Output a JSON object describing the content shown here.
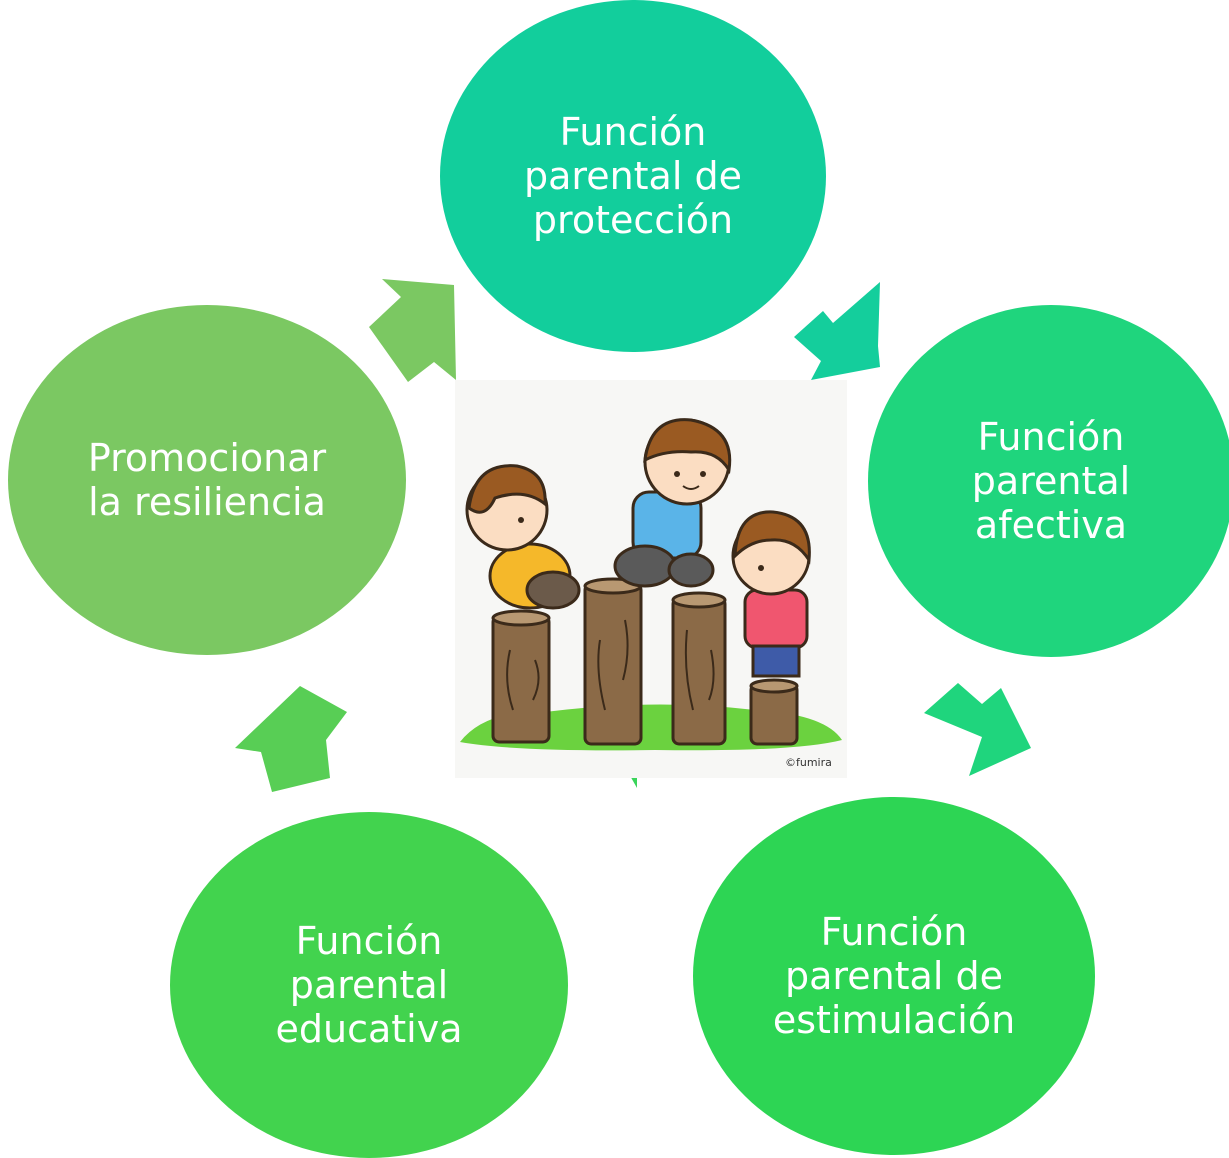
{
  "diagram": {
    "nodes": [
      {
        "id": "proteccion",
        "label": "Función\nparental de\nprotección",
        "color": "#12CE9C"
      },
      {
        "id": "afectiva",
        "label": "Función\nparental\nafectiva",
        "color": "#1FD57D"
      },
      {
        "id": "estimulacion",
        "label": "Función\nparental de\nestimulación",
        "color": "#2DD554"
      },
      {
        "id": "educativa",
        "label": "Función\nparental\neducativa",
        "color": "#42D34E"
      },
      {
        "id": "resiliencia",
        "label": "Promocionar\nla resiliencia",
        "color": "#7BC862"
      }
    ],
    "arrow_colors": [
      "#14CE9C",
      "#1FD57D",
      "#3AD45A",
      "#58CE55",
      "#7BC862"
    ],
    "illustration": {
      "credit": "©fumira",
      "grass_color": "#6BD23F",
      "stump_color": "#8B6A47"
    }
  }
}
